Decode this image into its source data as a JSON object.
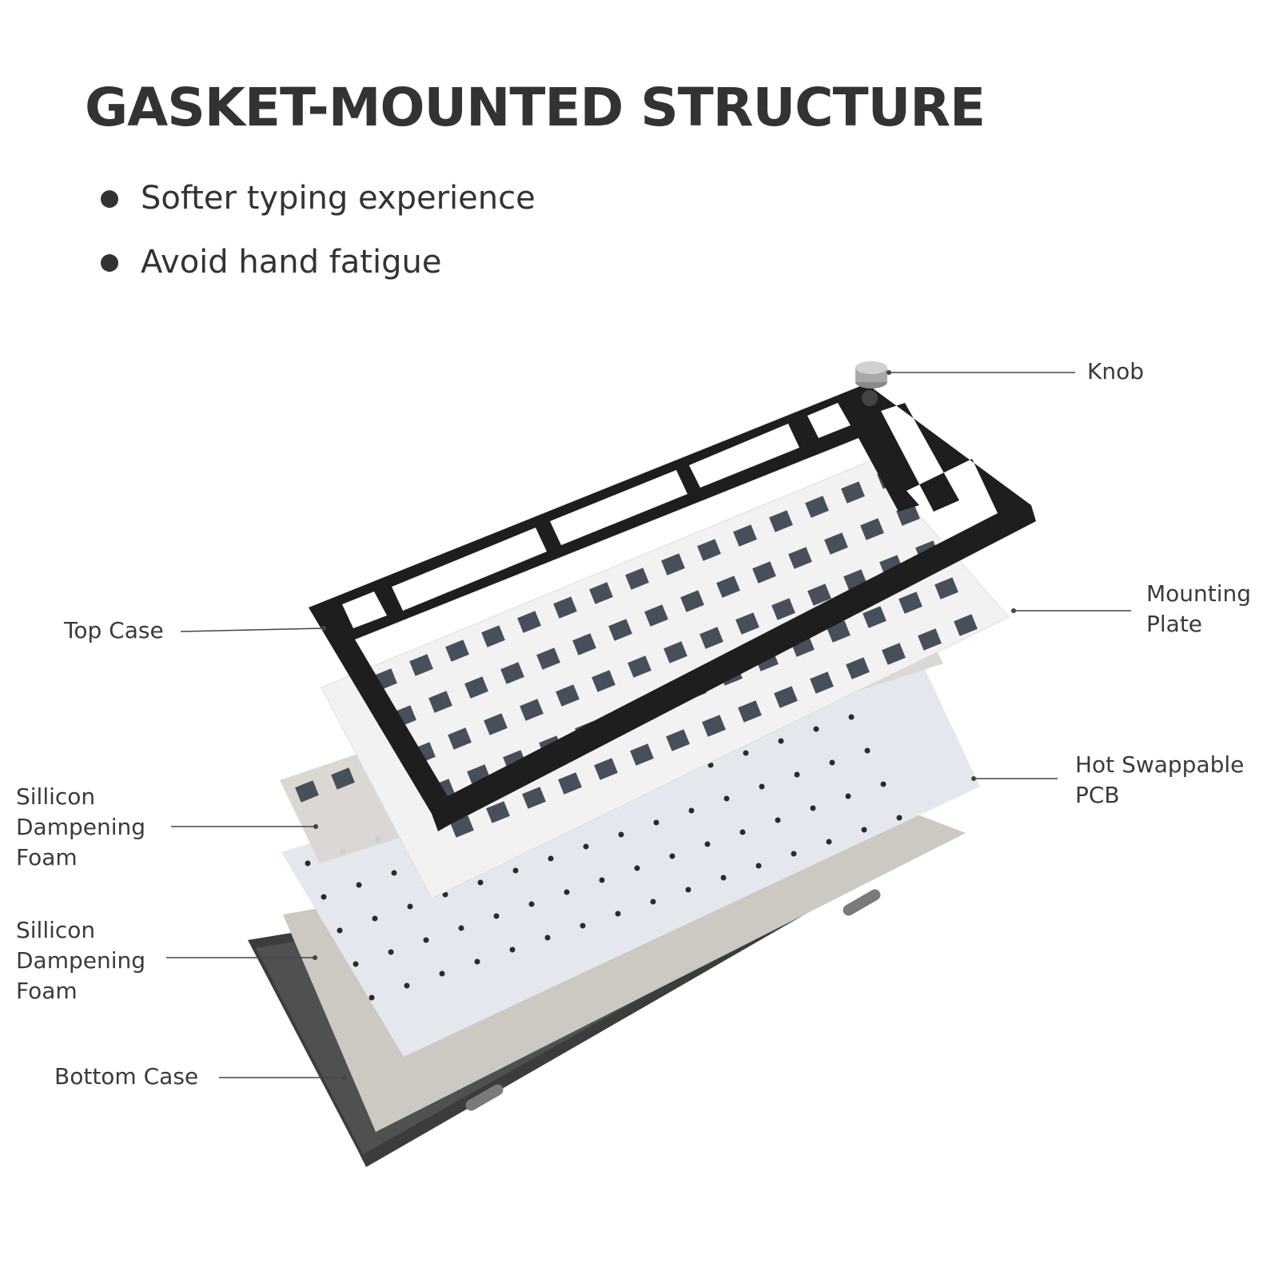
{
  "header": {
    "title": "GASKET-MOUNTED STRUCTURE",
    "bullets": [
      "Softer typing experience",
      "Avoid hand fatigue"
    ]
  },
  "callouts": {
    "knob": "Knob",
    "mounting_plate": "Mounting\nPlate",
    "top_case": "Top Case",
    "hot_swappable_pcb": "Hot Swappable\nPCB",
    "foam_upper": "Sillicon\nDampening\nFoam",
    "foam_lower": "Sillicon\nDampening\nFoam",
    "bottom_case": "Bottom Case"
  },
  "colors": {
    "title_text": "#333333",
    "top_case": "#1e1e1e",
    "bottom_case": "#3c3c3c",
    "plate_cutout": "#47505a",
    "pcb": "#e4e8ee",
    "foam": "#ccc8c2",
    "leader_line": "#444444"
  }
}
